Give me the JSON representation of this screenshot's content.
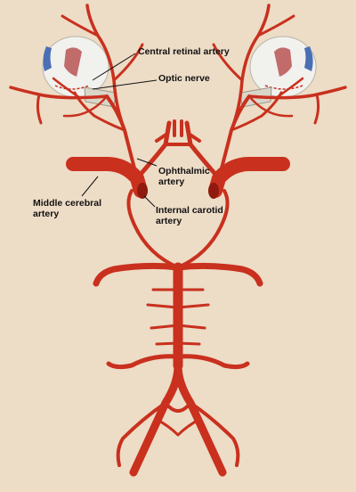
{
  "labels": {
    "central_retinal_artery": "Central retinal artery",
    "optic_nerve": "Optic nerve",
    "ophthalmic_artery_line1": "Ophthalmic",
    "ophthalmic_artery_line2": "artery",
    "middle_cerebral_artery_line1": "Middle cerebral",
    "middle_cerebral_artery_line2": "artery",
    "internal_carotid_artery_line1": "Internal carotid",
    "internal_carotid_artery_line2": "artery"
  },
  "colors": {
    "background": "#eddcc6",
    "artery": "#c9301e",
    "artery_dark": "#8e1a10",
    "eye_white": "#f1f1ee",
    "iris": "#5a7fc0",
    "nerve": "#d9d6c8"
  }
}
